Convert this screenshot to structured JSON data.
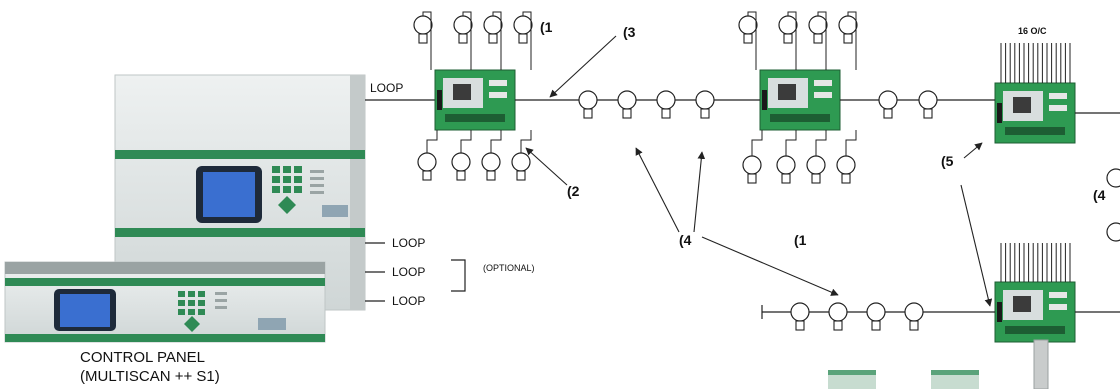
{
  "labels": {
    "loop": "LOOP",
    "optional": "(OPTIONAL)",
    "caption_line1": "CONTROL PANEL",
    "caption_line2": "(MULTISCAN ++ S1)",
    "oc_label": "16 O/C"
  },
  "callouts": {
    "n1_top": "(1",
    "n1_bottom": "(1",
    "n2": "(2",
    "n3": "(3",
    "n4_middle": "(4",
    "n4_right": "(4",
    "n5": "(5"
  },
  "colors": {
    "panel_body": "#dfe4e4",
    "panel_green": "#2f8a55",
    "screen_blue": "#3a6fd0",
    "board_green": "#2e9a52"
  }
}
